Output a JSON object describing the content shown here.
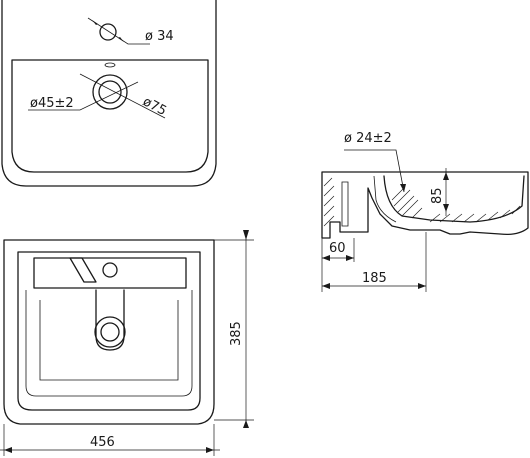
{
  "labels": {
    "tap_hole_diameter": "ø 34",
    "drain_diameter": "ø45±2",
    "drain_outer_diameter": "ø75",
    "overflow_diameter": "ø 24±2",
    "section_height": "85",
    "drain_offset": "60",
    "section_depth": "185",
    "basin_depth": "385",
    "basin_width": "456"
  }
}
